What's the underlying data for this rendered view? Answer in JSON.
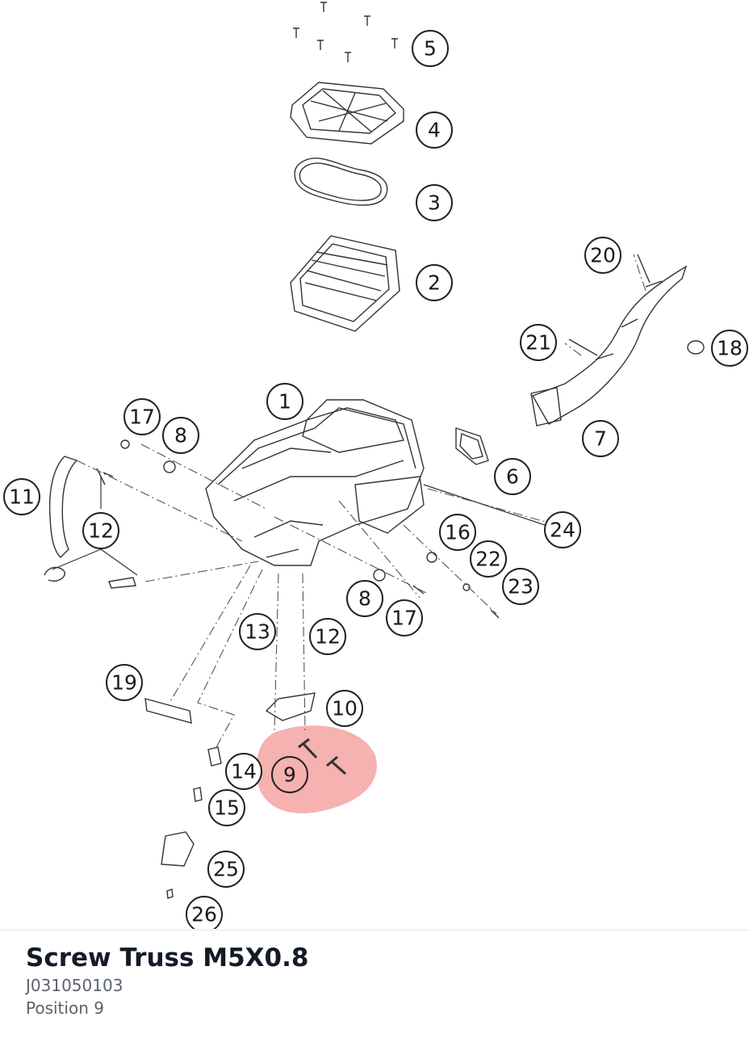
{
  "diagram": {
    "callouts": [
      {
        "id": "c5",
        "label": "5"
      },
      {
        "id": "c4",
        "label": "4"
      },
      {
        "id": "c3",
        "label": "3"
      },
      {
        "id": "c2",
        "label": "2"
      },
      {
        "id": "c20",
        "label": "20"
      },
      {
        "id": "c21",
        "label": "21"
      },
      {
        "id": "c18",
        "label": "18"
      },
      {
        "id": "c1",
        "label": "1"
      },
      {
        "id": "c17a",
        "label": "17"
      },
      {
        "id": "c8a",
        "label": "8"
      },
      {
        "id": "c7",
        "label": "7"
      },
      {
        "id": "c6",
        "label": "6"
      },
      {
        "id": "c11",
        "label": "11"
      },
      {
        "id": "c12a",
        "label": "12"
      },
      {
        "id": "c24",
        "label": "24"
      },
      {
        "id": "c16",
        "label": "16"
      },
      {
        "id": "c22",
        "label": "22"
      },
      {
        "id": "c23",
        "label": "23"
      },
      {
        "id": "c8b",
        "label": "8"
      },
      {
        "id": "c17b",
        "label": "17"
      },
      {
        "id": "c13",
        "label": "13"
      },
      {
        "id": "c12b",
        "label": "12"
      },
      {
        "id": "c19",
        "label": "19"
      },
      {
        "id": "c10",
        "label": "10"
      },
      {
        "id": "c14",
        "label": "14"
      },
      {
        "id": "c9",
        "label": "9"
      },
      {
        "id": "c15",
        "label": "15"
      },
      {
        "id": "c25",
        "label": "25"
      },
      {
        "id": "c26",
        "label": "26"
      }
    ],
    "highlight_color": "#f4a3a3",
    "line_color": "#333333"
  },
  "part": {
    "name": "Screw Truss M5X0.8",
    "number": "J031050103",
    "position": "Position 9"
  }
}
